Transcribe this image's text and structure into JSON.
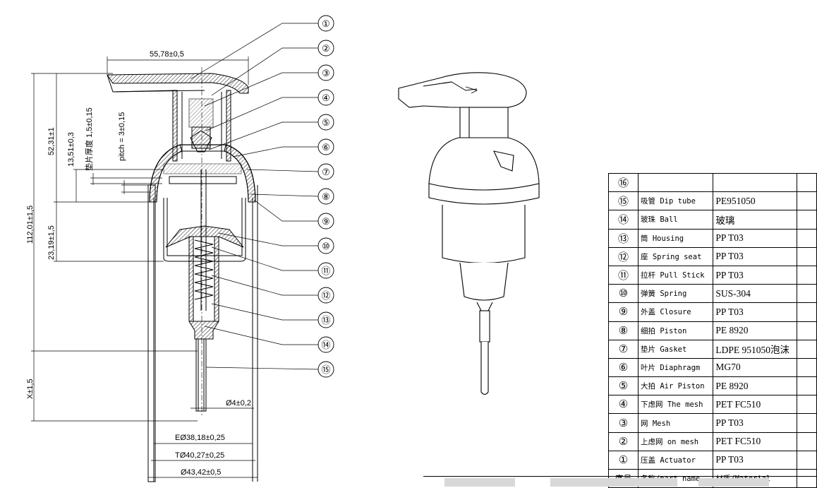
{
  "dimensions": {
    "top_width": "55,78±0,5",
    "total_height": "112,01±1,5",
    "actuator_height": "52,31±1",
    "height_13": "13,51±0,3",
    "gasket_thickness": "垫片厚度 1,5±0,15",
    "pitch": "pitch = 3±0,15",
    "housing_height": "23,19±1,5",
    "tube_length": "X±1,5",
    "tube_dia": "Ø4±0,2",
    "dia_e": "EØ38,18±0,25",
    "dia_t": "TØ40,27±0,25",
    "dia_outer": "Ø43,42±0,5"
  },
  "callouts": [
    "①",
    "②",
    "③",
    "④",
    "⑤",
    "⑥",
    "⑦",
    "⑧",
    "⑨",
    "⑩",
    "⑪",
    "⑫",
    "⑬",
    "⑭",
    "⑮"
  ],
  "bom": {
    "header": {
      "no": "序号",
      "name": "名称/part name",
      "material": "材质/Material"
    },
    "rows": [
      {
        "no": "⑯",
        "name": "",
        "material": ""
      },
      {
        "no": "⑮",
        "name": "吸管 Dip tube",
        "material": "PE951050"
      },
      {
        "no": "⑭",
        "name": "玻珠 Ball",
        "material": "玻璃"
      },
      {
        "no": "⑬",
        "name": "筒 Housing",
        "material": "PP T03"
      },
      {
        "no": "⑫",
        "name": "座 Spring seat",
        "material": "PP T03"
      },
      {
        "no": "⑪",
        "name": "拉杆 Pull Stick",
        "material": "PP T03"
      },
      {
        "no": "⑩",
        "name": "弹簧 Spring",
        "material": "SUS-304"
      },
      {
        "no": "⑨",
        "name": "外盖 Closure",
        "material": "PP T03"
      },
      {
        "no": "⑧",
        "name": "细拍 Piston",
        "material": "PE 8920"
      },
      {
        "no": "⑦",
        "name": "垫片 Gasket",
        "material": "LDPE 951050泡沫"
      },
      {
        "no": "⑥",
        "name": "叶片 Diaphragm",
        "material": "MG70"
      },
      {
        "no": "⑤",
        "name": "大拍 Air Piston",
        "material": "PE 8920"
      },
      {
        "no": "④",
        "name": "下虑网 The mesh",
        "material": "PET FC510"
      },
      {
        "no": "③",
        "name": "网 Mesh",
        "material": "PP T03"
      },
      {
        "no": "②",
        "name": "上虑网 on mesh",
        "material": "PET FC510"
      },
      {
        "no": "①",
        "name": "压盖 Actuator",
        "material": "PP T03"
      }
    ]
  }
}
